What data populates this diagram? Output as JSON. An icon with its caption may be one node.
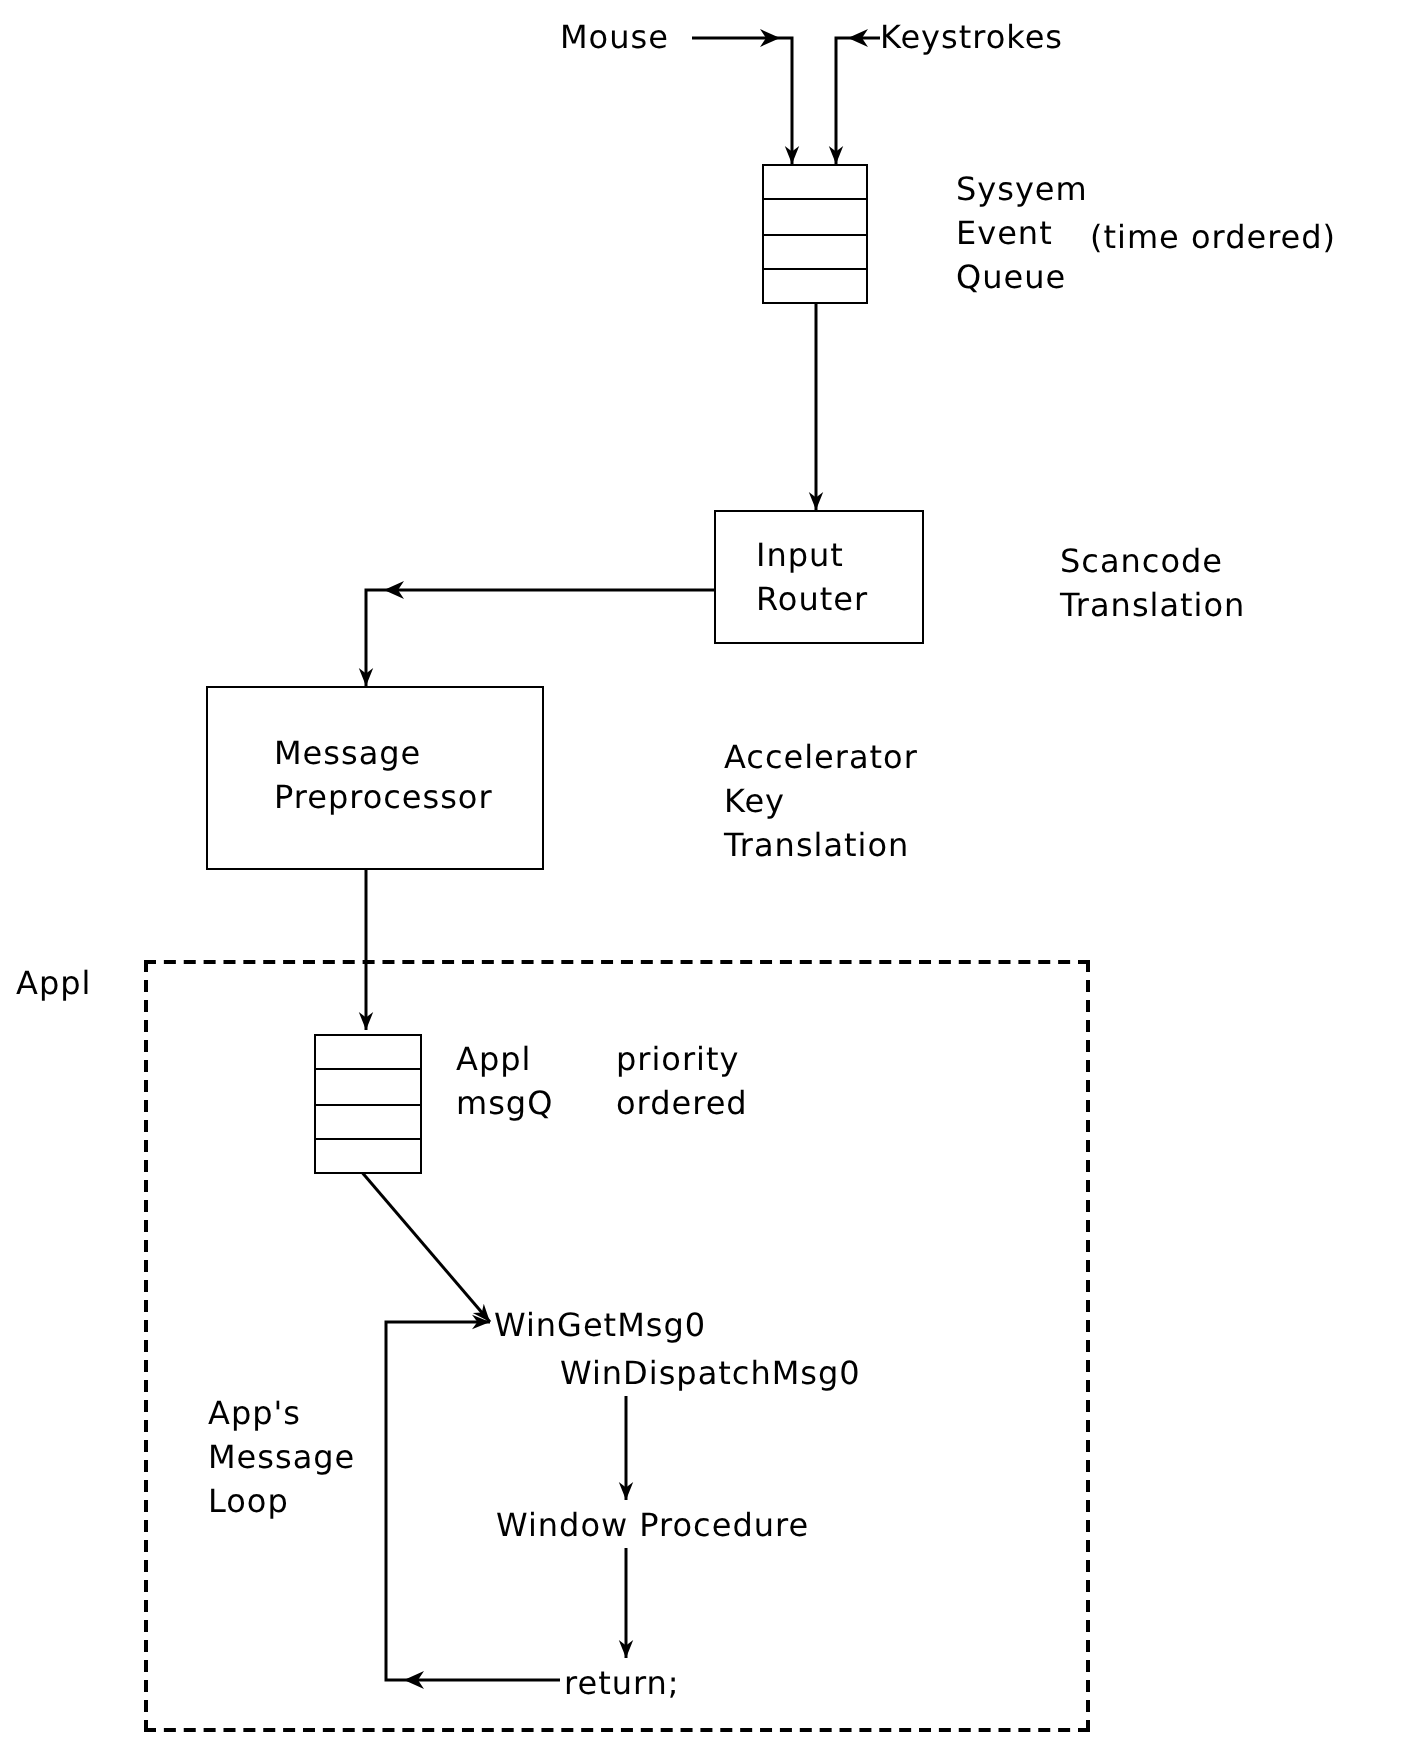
{
  "diagram": {
    "nodes": [
      {
        "text": [
          "Mouse"
        ]
      },
      {
        "text": [
          "Keystrokes"
        ]
      },
      {
        "text": [],
        "shape": "box",
        "beside": [
          "Sysyem Event Queue"
        ]
      },
      {
        "text": [
          "Input Router"
        ]
      },
      {
        "text": [
          "Message Preprocessor"
        ]
      },
      {
        "text": [
          "Appl"
        ]
      },
      {
        "text": [],
        "shape": "box",
        "beside": [
          "Appl msgQ"
        ],
        "in": 5
      },
      {
        "text": [
          "WinGetMsg0"
        ],
        "in": 5
      },
      {
        "text": [
          "WinDispatchMsg0"
        ],
        "in": 5
      },
      {
        "text": [
          "Window Procedure"
        ],
        "in": 5
      },
      {
        "text": [
          "return;"
        ],
        "in": 5
      }
    ],
    "edges": [
      {
        "from": 0,
        "to": 2,
        "arrow": "to"
      },
      {
        "from": 1,
        "to": 2,
        "arrow": "to"
      },
      {
        "from": 2,
        "to": 3,
        "arrow": "to"
      },
      {
        "from": 3,
        "to": 4,
        "arrow": "to"
      },
      {
        "from": 4,
        "to": 6,
        "arrow": "to"
      },
      {
        "from": 6,
        "to": 7,
        "arrow": "to"
      },
      {
        "from": 8,
        "to": 9,
        "arrow": "to"
      },
      {
        "from": 9,
        "to": 10,
        "arrow": "to"
      },
      {
        "from": 10,
        "to": 7,
        "arrow": "to"
      }
    ],
    "labels": [
      "(time ordered)",
      "Scancode Translation",
      "Accelerator Key Translation",
      "priority ordered",
      "App's Message Loop"
    ]
  }
}
